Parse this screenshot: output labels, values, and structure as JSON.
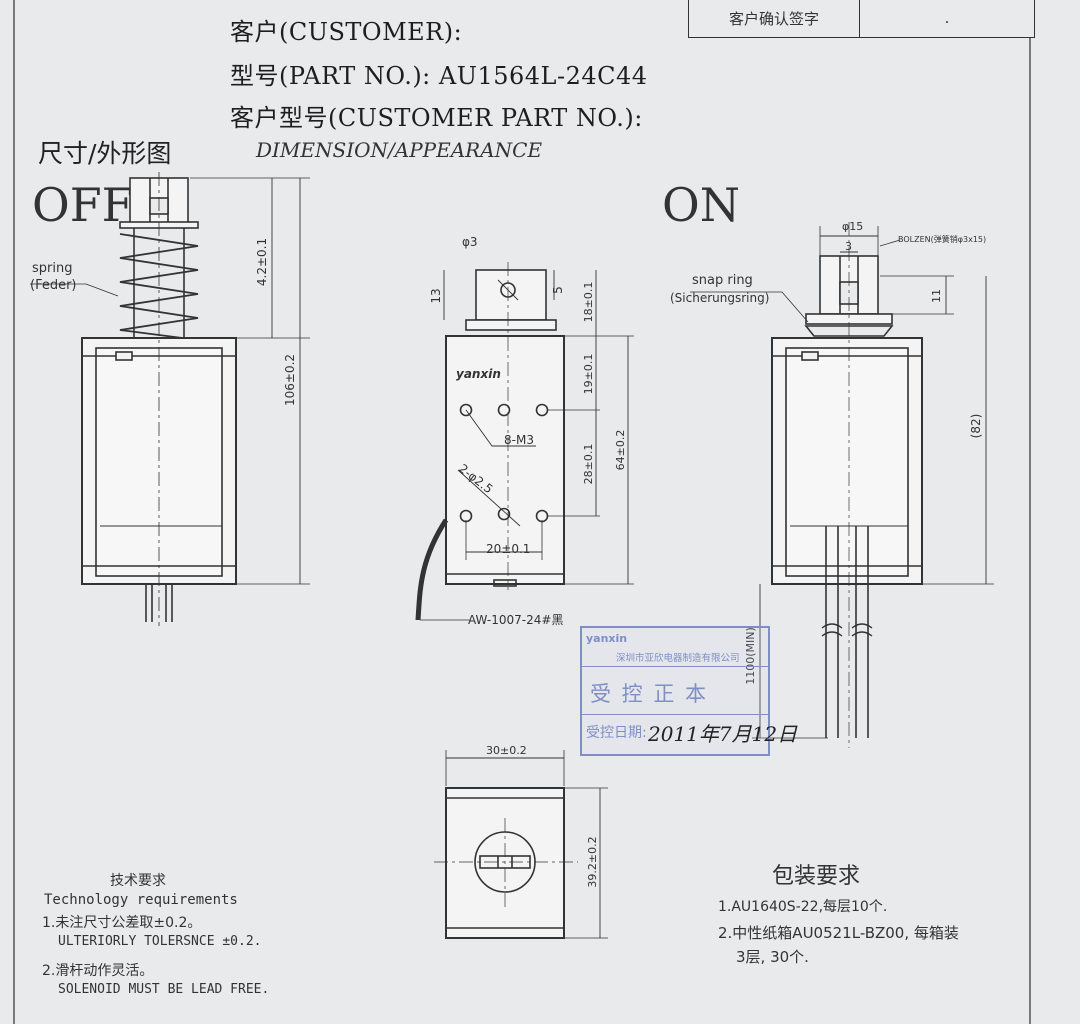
{
  "header": {
    "customer_label": "客户(CUSTOMER):",
    "part_no_label": "型号(PART NO.): AU1564L-24C44",
    "customer_part_no_label": "客户型号(CUSTOMER PART NO.):",
    "section_title_cn": "尺寸/外形图",
    "section_title_en": "DIMENSION/APPEARANCE",
    "confirm_signature_label": "客户确认签字",
    "confirm_signature_value": "."
  },
  "views": {
    "off_label": "OFF",
    "on_label": "ON"
  },
  "off_view": {
    "spring_label": "spring",
    "spring_label_de": "(Feder)",
    "stroke_dim": "4.2±0.1",
    "length_dim": "106±0.2"
  },
  "front_view": {
    "shaft_dia": "φ3",
    "dim_13": "13",
    "dim_5": "5",
    "dim_18": "18±0.1",
    "brand": "yanxin",
    "dim_19": "19±0.1",
    "dim_28": "28±0.1",
    "dim_64": "64±0.2",
    "holes_m3": "8-M3",
    "holes_dia": "2-φ2.5",
    "dim_20": "20±0.1",
    "wire_label": "AW-1007-24#黑"
  },
  "on_view": {
    "dia15": "φ15",
    "dim_3": "3",
    "bolzen_label": "BOLZEN(弹簧销φ3x15)",
    "snap_ring_label": "snap ring",
    "snap_ring_label_de": "(Sicherungsring)",
    "dim_11": "11",
    "dim_82": "(82)",
    "lead_length": "1100(MIN)"
  },
  "bottom_view": {
    "width_dim": "30±0.2",
    "height_dim": "39.2±0.2"
  },
  "stamp": {
    "logo": "yanxin",
    "company": "深圳市亚欣电器制造有限公司",
    "status": "受  控  正  本",
    "date_label": "受控日期:",
    "date_handwritten": "2011年7月12日"
  },
  "tech_notes": {
    "title_cn": "技术要求",
    "title_en": "Technology   requirements",
    "items": [
      "1.未注尺寸公差取±0.2。",
      "ULTERIORLY TOLERSNCE ±0.2.",
      "2.滑杆动作灵活。",
      "SOLENOID MUST BE LEAD FREE."
    ]
  },
  "packing": {
    "title": "包装要求",
    "items": [
      "1.AU1640S-22,每层10个.",
      "2.中性纸箱AU0521L-BZ00, 每箱装",
      "3层, 30个."
    ]
  }
}
